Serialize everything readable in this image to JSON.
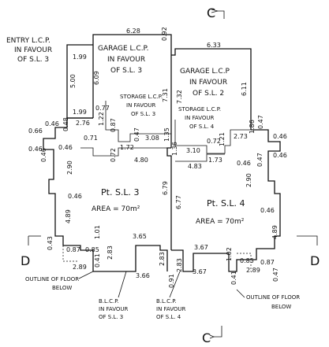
{
  "labels": {
    "entry": [
      "ENTRY L.C.P.",
      "IN FAVOUR",
      "OF S.L. 3"
    ],
    "garage3": [
      "GARAGE L.C.P.",
      "IN FAVOUR",
      "OF S.L. 3"
    ],
    "garage2": [
      "GARAGE L.C.P",
      "IN FAVOUR",
      "OF S.L. 2"
    ],
    "storage3": [
      "STORAGE L.C.P.",
      "IN FAVOUR",
      "OF S.L. 3"
    ],
    "storage4": [
      "STORAGE L.C.P.",
      "IN FAVOUR",
      "OF S.L. 4"
    ],
    "lot3": [
      "Pt. S.L. 3",
      "AREA = 70m²"
    ],
    "lot4": [
      "Pt. S.L. 4",
      "AREA = 70m²"
    ],
    "blcp3": [
      "B.L.C.P.",
      "IN FAVOUR",
      "OF S.L. 3"
    ],
    "blcp4": [
      "B.L.C.P.",
      "IN FAVOUR",
      "OF S.L. 4"
    ],
    "outline_left": [
      "OUTLINE OF FLOOR",
      "BELOW"
    ],
    "outline_right": [
      "OUTLINE OF FLOOR",
      "BELOW"
    ],
    "section_c_top": "C",
    "section_c_bottom": "C",
    "section_d_left": "D",
    "section_d_right": "D"
  },
  "dims": {
    "d628": "6.28",
    "d092": "0.92",
    "d633": "6.33",
    "d199a": "1.99",
    "d500": "5.00",
    "d199b": "1.99",
    "d609": "6.09",
    "d731": "7.31",
    "d732": "7.32",
    "d611": "6.11",
    "d077": "0.77",
    "d122": "1.22",
    "d276": "2.76",
    "d046a": "0.46",
    "d066": "0.66",
    "d048a": "0.48",
    "d071": "0.71",
    "d087a": "0.87",
    "d046b": "0.46",
    "d048b": "0.46",
    "d172": "1.72",
    "d308": "3.08",
    "d047a": "0.47",
    "d135": "1.35",
    "d072a": "0.72",
    "d480": "4.80",
    "d046c": "0.46",
    "d290a": "2.90",
    "d046d": "0.46",
    "d489a": "4.89",
    "d101": "1.01",
    "d087b": "0.87",
    "d085a": "0.85",
    "d041a": "0.41",
    "d043": "0.43",
    "d289a": "2.89",
    "d365": "3.65",
    "d283a": "2.83",
    "d366": "3.66",
    "d679": "6.79",
    "d677": "6.77",
    "d273": "2.73",
    "d047b": "0.47",
    "d046e": "0.46",
    "d186": "1.86",
    "d072b": "0.72",
    "d121": "1.21",
    "d046f": "0.46",
    "d047c": "0.47",
    "d310": "3.10",
    "d136": "1.36",
    "d173": "1.73",
    "d483": "4.83",
    "d046g": "0.46",
    "d290b": "2.90",
    "d046h": "0.46",
    "d489b": "4.89",
    "d367a": "3.67",
    "d102": "1.02",
    "d085b": "0.85",
    "d087c": "0.87",
    "d289b": "2.89",
    "d041b": "0.41",
    "d047d": "0.47",
    "d283b": "2.83",
    "d283c": "2.83",
    "d367b": "3.67",
    "d091": "0.91"
  }
}
